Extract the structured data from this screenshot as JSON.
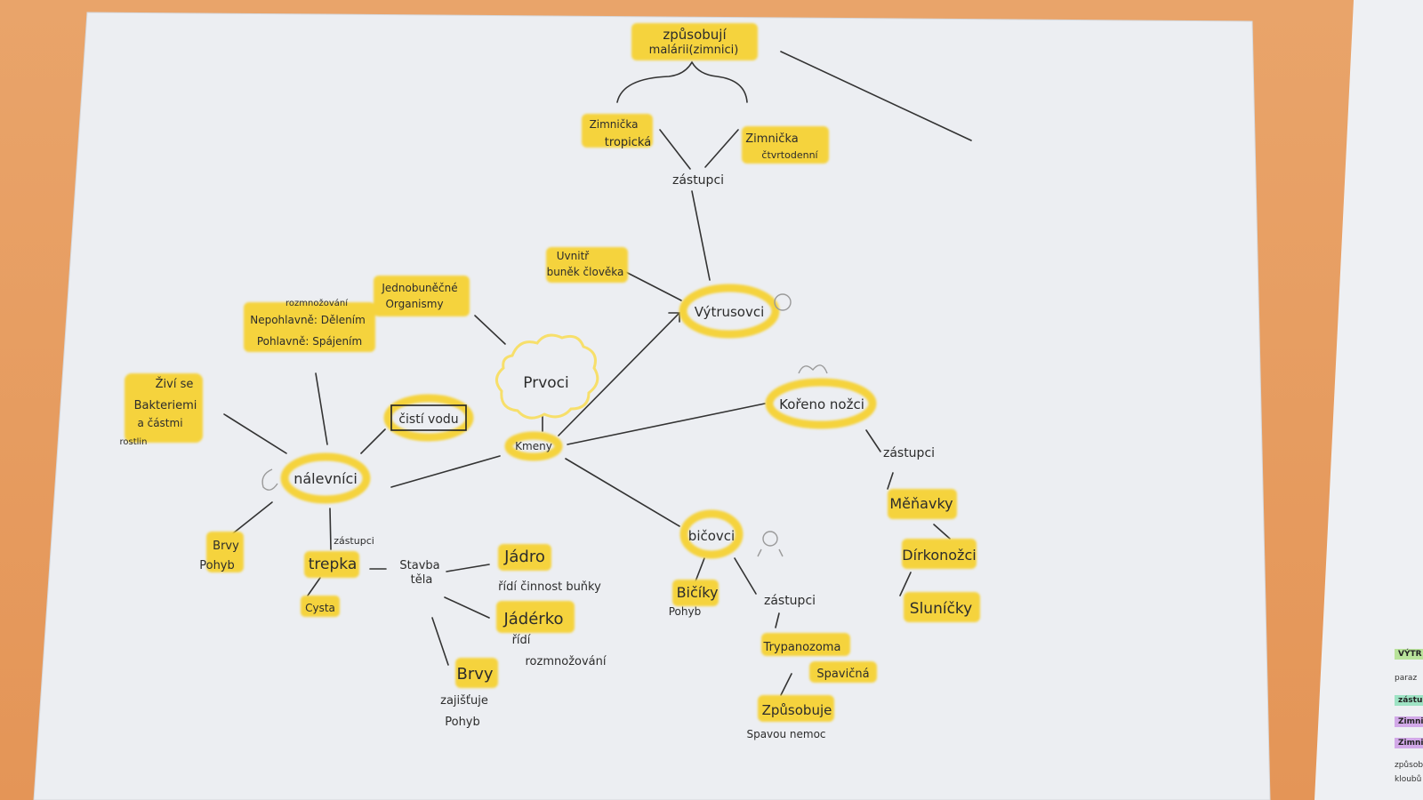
{
  "photo": "Handwritten mind map on white paper lying on an orange desk",
  "center": {
    "title": "Prvoci",
    "branch": "Kmeny"
  },
  "vytrusovci": {
    "label": "Výtrusovci",
    "note_line1": "Uvnitř",
    "note_line2": "buněk člověka",
    "zastupci": "zástupci",
    "zim1_line1": "Zimnička",
    "zim1_line2": "tropická",
    "zim2_line1": "Zimnička",
    "zim2_line2": "čtvrtodenní",
    "cause_line1": "způsobují",
    "cause_line2": "malárii(zimnici)"
  },
  "korenonozci": {
    "label": "Kořeno nožci",
    "zastupci": "zástupci",
    "items": [
      "Měňavky",
      "Dírkonožci",
      "Sluníčky"
    ]
  },
  "bicikovci": {
    "label": "bičovci",
    "bicik": "Bičíky",
    "pohyb": "Pohyb",
    "zastupci": "zástupci",
    "trypanozoma": "Trypanozoma",
    "spavicna": "Spavičná",
    "cause": "Způsobuje",
    "disease": "Spavou nemoc"
  },
  "nalevnici": {
    "label": "nálevníci",
    "cisti_vodu": "čistí vodu",
    "zivi_se": [
      "Živí se",
      "Bakteriemi",
      "a částmi",
      "rostlin"
    ],
    "reproduction": [
      "rozmnožování",
      "Nepohlavně: Dělením",
      "Pohlavně: Spájením"
    ],
    "organism": [
      "Jednobuněčné",
      "Organismy"
    ],
    "brvy": "Brvy",
    "pohyb": "Pohyb",
    "zastupci": "zástupci",
    "trepka": "trepka",
    "cysta": "Cysta"
  },
  "stavba": {
    "label_line1": "Stavba",
    "label_line2": "těla",
    "jadro": "Jádro",
    "jadro_note": "řídí činnost buňky",
    "jaderko": "Jádérko",
    "jaderko_note1": "řídí",
    "jaderko_note2": "rozmnožování",
    "brvy": "Brvy",
    "brvy_note1": "zajišťuje",
    "brvy_note2": "Pohyb"
  },
  "side_sheet": {
    "tags": [
      "VÝTR",
      "zástup",
      "Zimni",
      "Zimni"
    ],
    "text": [
      "paraz",
      "způsob",
      "kloubů"
    ]
  },
  "colors": {
    "highlight": "#f5d33c",
    "highlight_soft": "#f7df6b",
    "ink": "#2c2c2c",
    "paper": "#eceef2",
    "desk": "#e59a5f"
  }
}
